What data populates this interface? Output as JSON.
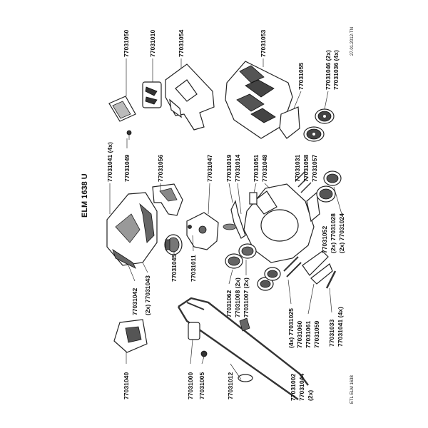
{
  "diagram": {
    "title": "ELM 1638 U",
    "date_code": "27.01.2012-TN",
    "footer": "ETL ELM 1638",
    "labels": [
      {
        "id": "a",
        "text": "77031050"
      },
      {
        "id": "b",
        "text": "77031010"
      },
      {
        "id": "c",
        "text": "77031054"
      },
      {
        "id": "d",
        "text": "77031053"
      },
      {
        "id": "e",
        "text": "77031055"
      },
      {
        "id": "f",
        "text": "77031046 (2x)"
      },
      {
        "id": "g",
        "text": "77031036 (4x)"
      },
      {
        "id": "h",
        "text": "77031041 (4x)"
      },
      {
        "id": "i",
        "text": "77031049"
      },
      {
        "id": "j",
        "text": "77031056"
      },
      {
        "id": "k",
        "text": "77031047"
      },
      {
        "id": "l",
        "text": "77031019"
      },
      {
        "id": "m",
        "text": "77031014"
      },
      {
        "id": "n",
        "text": "77031051"
      },
      {
        "id": "o",
        "text": "77031048"
      },
      {
        "id": "p",
        "text": "77031031"
      },
      {
        "id": "q",
        "text": "77031058"
      },
      {
        "id": "r",
        "text": "77031057"
      },
      {
        "id": "s",
        "text": "77031045"
      },
      {
        "id": "t",
        "text": "77031011"
      },
      {
        "id": "u",
        "text": "77031042"
      },
      {
        "id": "v",
        "text": "(2x) 77031043"
      },
      {
        "id": "w",
        "text": "77031062"
      },
      {
        "id": "x",
        "text": "77031008 (2x)"
      },
      {
        "id": "y",
        "text": "77031007 (2x)"
      },
      {
        "id": "z",
        "text": "77031052"
      },
      {
        "id": "aa",
        "text": "(2x) 77031028"
      },
      {
        "id": "ab",
        "text": "(2x) 77031024"
      },
      {
        "id": "ac",
        "text": "(4x) 77031025"
      },
      {
        "id": "ad",
        "text": "77031060"
      },
      {
        "id": "ae",
        "text": "77031061"
      },
      {
        "id": "af",
        "text": "77031059"
      },
      {
        "id": "ag",
        "text": "77031033"
      },
      {
        "id": "ah",
        "text": "77031041 (4x)"
      },
      {
        "id": "ai",
        "text": "77031040"
      },
      {
        "id": "aj",
        "text": "77031000"
      },
      {
        "id": "ak",
        "text": "77031005"
      },
      {
        "id": "al",
        "text": "77031012"
      },
      {
        "id": "am",
        "text": "77031002"
      },
      {
        "id": "an",
        "text": "77031044"
      },
      {
        "id": "ao",
        "text": "(2x)"
      }
    ]
  }
}
